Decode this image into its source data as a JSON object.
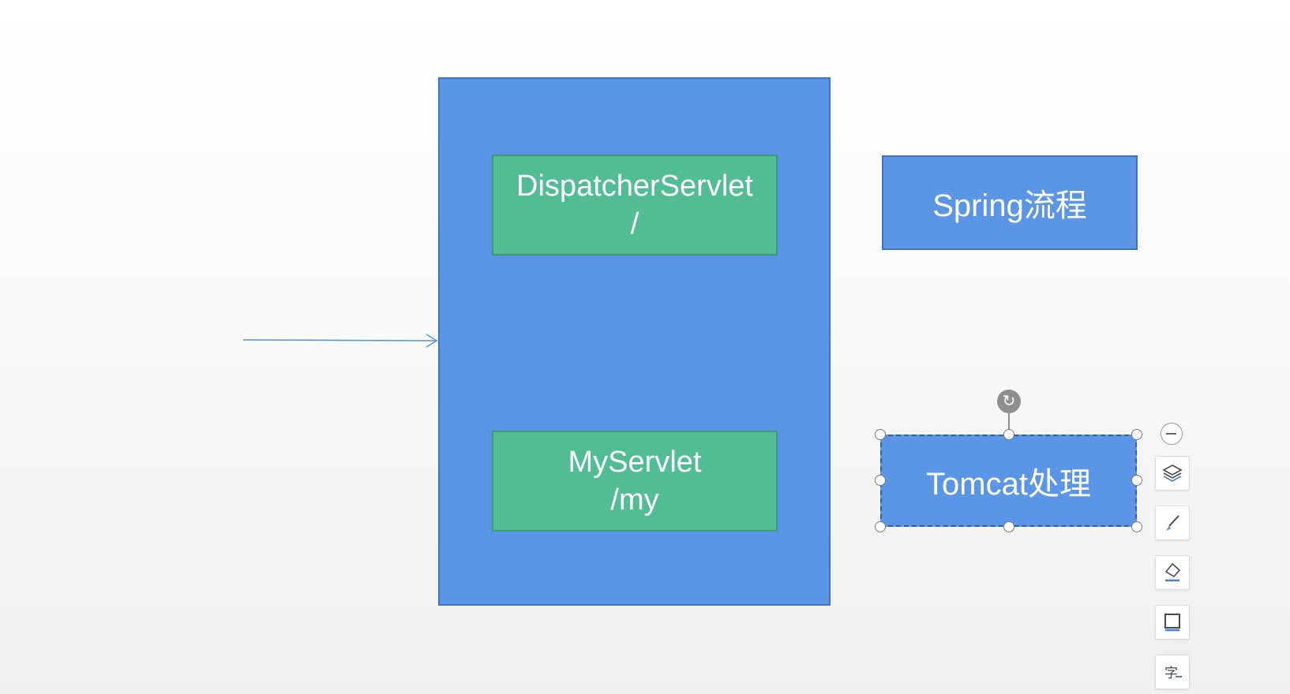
{
  "diagram": {
    "dispatcher_box": {
      "line1": "DispatcherServlet",
      "line2": "/"
    },
    "myservlet_box": {
      "line1": "MyServlet",
      "line2": "/my"
    },
    "spring_label": "Spring流程",
    "tomcat_label": "Tomcat处理"
  },
  "colors": {
    "container_fill": "#5b95e5",
    "servlet_fill": "#52bd95",
    "arrow": "#5b8fd9"
  },
  "toolbar": {
    "items": [
      {
        "icon": "collapse-icon"
      },
      {
        "icon": "layers-icon"
      },
      {
        "icon": "brush-icon"
      },
      {
        "icon": "fill-icon"
      },
      {
        "icon": "border-icon"
      },
      {
        "icon": "text-format-icon"
      }
    ]
  }
}
